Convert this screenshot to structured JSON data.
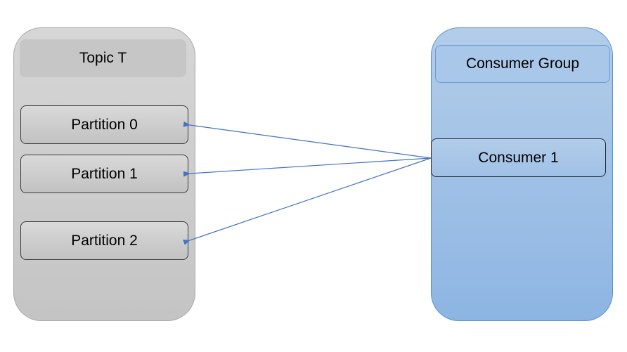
{
  "topic": {
    "title": "Topic T",
    "partitions": [
      "Partition 0",
      "Partition 1",
      "Partition 2"
    ]
  },
  "consumer_group": {
    "title": "Consumer Group",
    "consumers": [
      "Consumer 1"
    ]
  },
  "connections": [
    {
      "from": "Consumer 1",
      "to": "Partition 0"
    },
    {
      "from": "Consumer 1",
      "to": "Partition 1"
    },
    {
      "from": "Consumer 1",
      "to": "Partition 2"
    }
  ],
  "colors": {
    "arrow": "#4472c4",
    "topic_fill": "#c9c9c9",
    "group_fill": "#9dbfe6"
  }
}
